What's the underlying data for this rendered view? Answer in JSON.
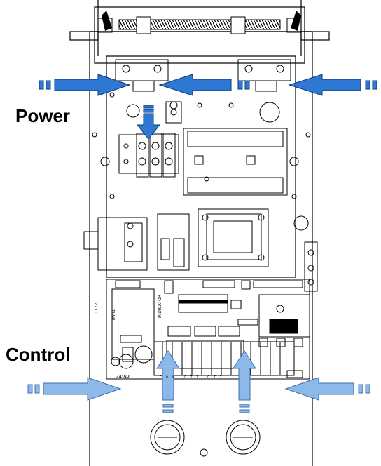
{
  "labels": {
    "power": "Power",
    "control": "Control"
  },
  "board_text": {
    "indicator": "INDICATOR",
    "vac": "24VAC",
    "left_board": "HIWIRE",
    "model": "CCZP",
    "terminals": "COM OT1 OT2"
  },
  "colors": {
    "arrow_dark": "#2e78d4",
    "arrow_light": "#8cb8ea",
    "line": "#000000",
    "background": "#ffffff"
  },
  "arrows": {
    "power_entry_left": "arrow-right",
    "power_entry_right": "arrow-left",
    "power_down": "arrow-down",
    "control_entry_left": "arrow-right",
    "control_entry_right": "arrow-left",
    "control_up": "arrow-up"
  }
}
